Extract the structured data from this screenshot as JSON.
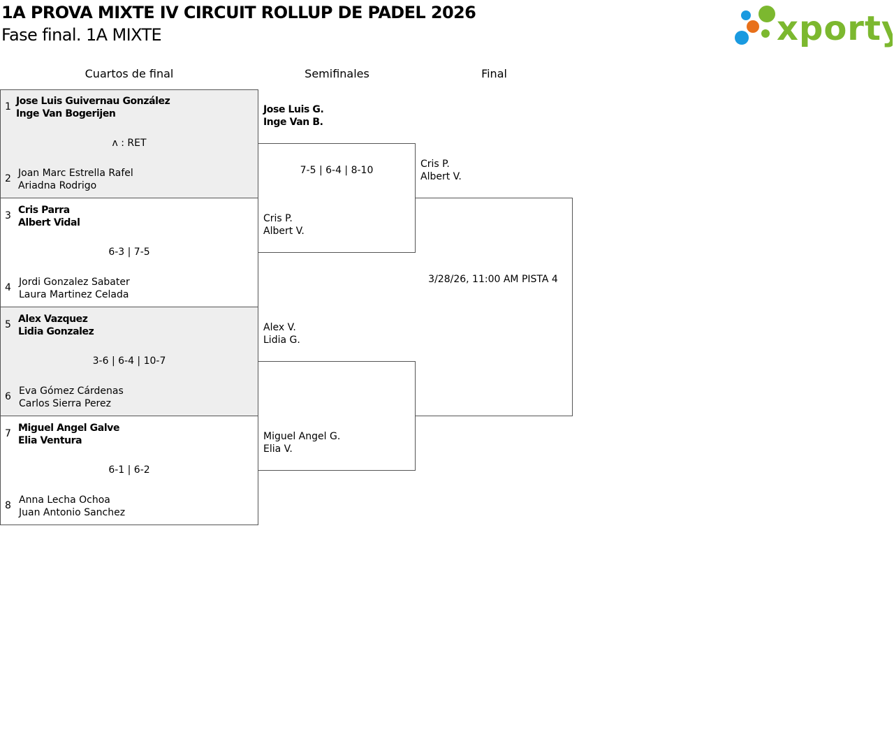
{
  "header": {
    "title": "1A PROVA MIXTE IV CIRCUIT ROLLUP DE PADEL 2026",
    "subtitle": "Fase final. 1A MIXTE",
    "logo_text": "xporty"
  },
  "rounds": {
    "quarterfinals": "Cuartos de final",
    "semifinals": "Semifinales",
    "final": "Final"
  },
  "quarterfinals": [
    {
      "top": {
        "seed": "1",
        "p1": "Jose Luis Guivernau González",
        "p2": "Inge Van Bogerijen"
      },
      "score": "ᴧ : RET",
      "bottom": {
        "seed": "2",
        "p1": "Joan Marc Estrella Rafel",
        "p2": "Ariadna Rodrigo"
      }
    },
    {
      "top": {
        "seed": "3",
        "p1": "Cris Parra",
        "p2": "Albert Vidal"
      },
      "score": "6-3 | 7-5",
      "bottom": {
        "seed": "4",
        "p1": "Jordi Gonzalez Sabater",
        "p2": "Laura Martinez Celada"
      }
    },
    {
      "top": {
        "seed": "5",
        "p1": "Alex Vazquez",
        "p2": "Lidia Gonzalez"
      },
      "score": "3-6 | 6-4 | 10-7",
      "bottom": {
        "seed": "6",
        "p1": "Eva Gómez Cárdenas",
        "p2": "Carlos Sierra Perez"
      }
    },
    {
      "top": {
        "seed": "7",
        "p1": "Miguel Angel Galve",
        "p2": "Elia Ventura"
      },
      "score": "6-1 | 6-2",
      "bottom": {
        "seed": "8",
        "p1": "Anna Lecha Ochoa",
        "p2": "Juan Antonio Sanchez"
      }
    }
  ],
  "semifinals": [
    {
      "top": {
        "p1": "Jose Luis G.",
        "p2": "Inge Van B."
      },
      "score": "7-5 | 6-4 | 8-10",
      "bottom": {
        "p1": "Cris P.",
        "p2": "Albert V."
      }
    },
    {
      "top": {
        "p1": "Alex V.",
        "p2": "Lidia G."
      },
      "score": "",
      "bottom": {
        "p1": "Miguel Angel G.",
        "p2": "Elia V."
      }
    }
  ],
  "final": {
    "top": {
      "p1": "Cris P.",
      "p2": "Albert V."
    },
    "schedule": "3/28/26, 11:00 AM PISTA 4"
  }
}
